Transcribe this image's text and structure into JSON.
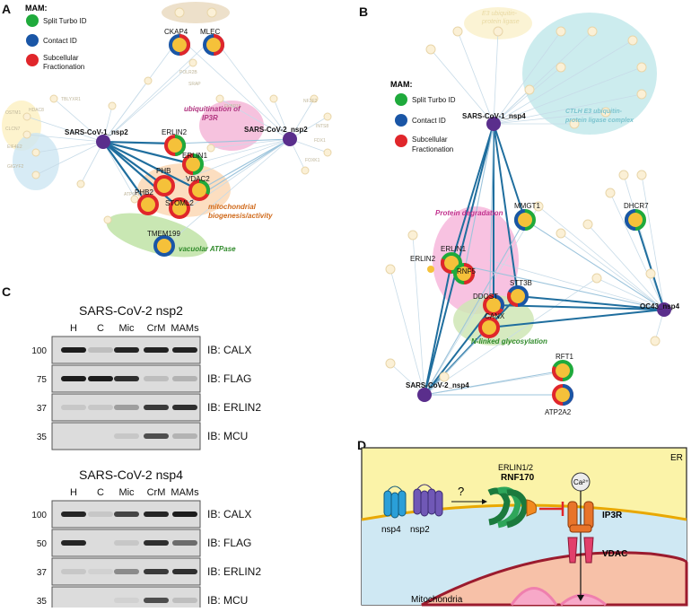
{
  "panels": {
    "A": {
      "label": "A",
      "legend_title": "MAM:",
      "legend": [
        {
          "text": "Split Turbo ID",
          "color": "#1faa3c"
        },
        {
          "text": "Contact ID",
          "color": "#1a56a6"
        },
        {
          "text": "Subcellular",
          "color": "#e0262b"
        },
        {
          "text": "Fractionation",
          "color": "#e0262b"
        }
      ],
      "hubs": [
        "SARS-CoV-1_nsp2",
        "SARS-CoV-2_nsp2"
      ],
      "proteins": [
        "CKAP4",
        "MLEC",
        "ERLIN2",
        "ERLIN1",
        "PHB",
        "VDAC2",
        "PHB2",
        "STOML2",
        "TMEM199"
      ],
      "annotations": [
        "ubiquitination of",
        "IP3R",
        "mitochondrial",
        "biogenesis/activity",
        "vacuolar ATPase"
      ],
      "faint_labels": [
        "TBLYXR1",
        "HDAC8",
        "OSTM1",
        "CLCN7",
        "EIF4E2",
        "GIGYF2",
        "POLR2B",
        "SRAP",
        "FKBP15",
        "ATP6AP1",
        "NF2F2",
        "FOXK1",
        "INTS8",
        "FDX1"
      ]
    },
    "B": {
      "label": "B",
      "legend_title": "MAM:",
      "legend": [
        {
          "text": "Split Turbo ID",
          "color": "#1faa3c"
        },
        {
          "text": "Contact ID",
          "color": "#1a56a6"
        },
        {
          "text": "Subcellular",
          "color": "#e0262b"
        },
        {
          "text": "Fractionation",
          "color": "#e0262b"
        }
      ],
      "hubs": [
        "SARS-CoV-1_nsp4",
        "SARS-CoV-2_nsp4",
        "OC43_nsp4"
      ],
      "proteins": [
        "MMGT1",
        "DHCR7",
        "ERLIN1",
        "ERLIN2",
        "RNF5",
        "STT3B",
        "DDOST",
        "CANX",
        "RFT1",
        "ATP2A2"
      ],
      "annotations": [
        "Protein degradation",
        "N-linked glycosylation",
        "CTLH E3 ubiquitin-",
        "protein ligase complex",
        "E3 ubiquitin-",
        "protein ligase"
      ]
    },
    "C": {
      "label": "C",
      "blots": [
        {
          "title": "SARS-CoV-2 nsp2",
          "lanes": [
            "H",
            "C",
            "Mic",
            "CrM",
            "MAMs"
          ],
          "rows": [
            {
              "mw": "100",
              "ib": "IB: CALX",
              "intensity": [
                0.95,
                0.15,
                0.9,
                0.92,
                0.92
              ]
            },
            {
              "mw": "75",
              "ib": "IB: FLAG",
              "intensity": [
                0.95,
                0.95,
                0.85,
                0.15,
                0.2
              ]
            },
            {
              "mw": "37",
              "ib": "IB: ERLIN2",
              "intensity": [
                0.1,
                0.1,
                0.3,
                0.8,
                0.85
              ]
            },
            {
              "mw": "35",
              "ib": "IB: MCU",
              "intensity": [
                0.0,
                0.0,
                0.1,
                0.7,
                0.2
              ]
            }
          ]
        },
        {
          "title": "SARS-CoV-2 nsp4",
          "lanes": [
            "H",
            "C",
            "Mic",
            "CrM",
            "MAMs"
          ],
          "rows": [
            {
              "mw": "100",
              "ib": "IB: CALX",
              "intensity": [
                0.9,
                0.1,
                0.75,
                0.9,
                0.95
              ]
            },
            {
              "mw": "50",
              "ib": "IB: FLAG",
              "intensity": [
                0.9,
                0.0,
                0.1,
                0.85,
                0.55
              ]
            },
            {
              "mw": "37",
              "ib": "IB: ERLIN2",
              "intensity": [
                0.1,
                0.05,
                0.4,
                0.8,
                0.85
              ]
            },
            {
              "mw": "35",
              "ib": "IB: MCU",
              "intensity": [
                0.0,
                0.0,
                0.05,
                0.7,
                0.15
              ]
            }
          ]
        }
      ]
    },
    "D": {
      "label": "D",
      "er": "ER",
      "mito": "Mitochondria",
      "nsp4": "nsp4",
      "nsp2": "nsp2",
      "question": "?",
      "erlin": "ERLIN1/2",
      "rnf170": "RNF170",
      "ca": "Ca²⁺",
      "ip3r": "IP3R",
      "vdac": "VDAC"
    }
  }
}
